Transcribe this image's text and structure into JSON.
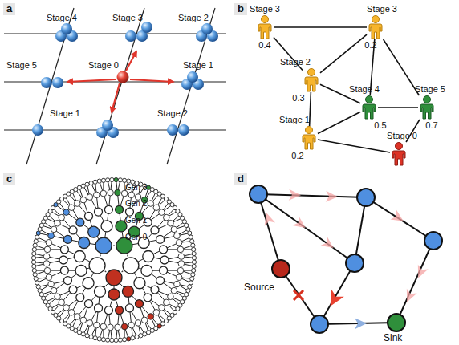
{
  "diagram": {
    "nodes": [
      {
        "text": [
          "Stage 3",
          "0.4"
        ]
      },
      {
        "text": [
          "Stage 3",
          "0.2"
        ]
      },
      {
        "text": [
          "Stage 2",
          "0.3"
        ]
      },
      {
        "text": [
          "Stage 4",
          "0.5"
        ]
      },
      {
        "text": [
          "Stage 5",
          "0.7"
        ]
      },
      {
        "text": [
          "Stage 1",
          "0.2"
        ]
      },
      {
        "text": [
          "Stage 0"
        ]
      }
    ],
    "edges": [
      {
        "from": 0,
        "to": 1,
        "arrow": "none"
      },
      {
        "from": 0,
        "to": 2,
        "arrow": "none"
      },
      {
        "from": 2,
        "to": 1,
        "arrow": "none"
      },
      {
        "from": 1,
        "to": 3,
        "arrow": "none"
      },
      {
        "from": 1,
        "to": 4,
        "arrow": "none"
      },
      {
        "from": 2,
        "to": 3,
        "arrow": "none"
      },
      {
        "from": 2,
        "to": 5,
        "arrow": "none"
      },
      {
        "from": 3,
        "to": 4,
        "arrow": "none"
      },
      {
        "from": 5,
        "to": 3,
        "arrow": "none"
      },
      {
        "from": 5,
        "to": 6,
        "arrow": "none"
      },
      {
        "from": 6,
        "to": 4,
        "arrow": "none"
      }
    ],
    "labels": [
      "a",
      "b",
      "c",
      "d",
      "Stage 4",
      "Stage 3",
      "Stage 2",
      "Stage 5",
      "Stage 0",
      "Stage 1",
      "Stage 1",
      "Stage 2",
      "Gen 3",
      "Gen 2",
      "Gen 1",
      "Gen 0",
      "Source",
      "Sink"
    ]
  }
}
